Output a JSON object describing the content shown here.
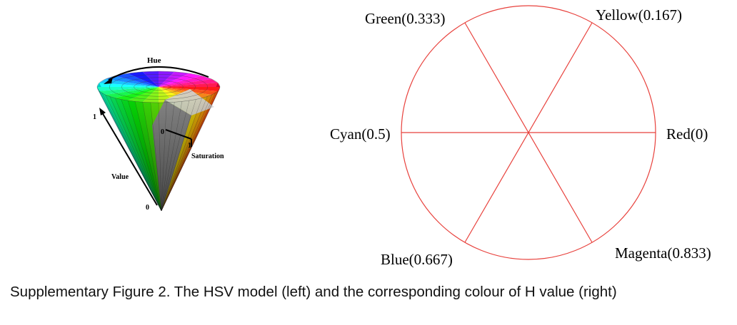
{
  "hsv_cone": {
    "labels": {
      "hue": "Hue",
      "saturation": "Saturation",
      "value": "Value",
      "value_max": "1",
      "value_min": "0",
      "sat_min": "0",
      "sat_max": "1"
    }
  },
  "hue_wheel": {
    "line_color": "#e8413c",
    "labels": {
      "red": "Red(0)",
      "yellow": "Yellow(0.167)",
      "green": "Green(0.333)",
      "cyan": "Cyan(0.5)",
      "blue": "Blue(0.667)",
      "magenta": "Magenta(0.833)"
    }
  },
  "caption": "Supplementary Figure 2. The HSV model (left) and the corresponding colour of H value (right)"
}
